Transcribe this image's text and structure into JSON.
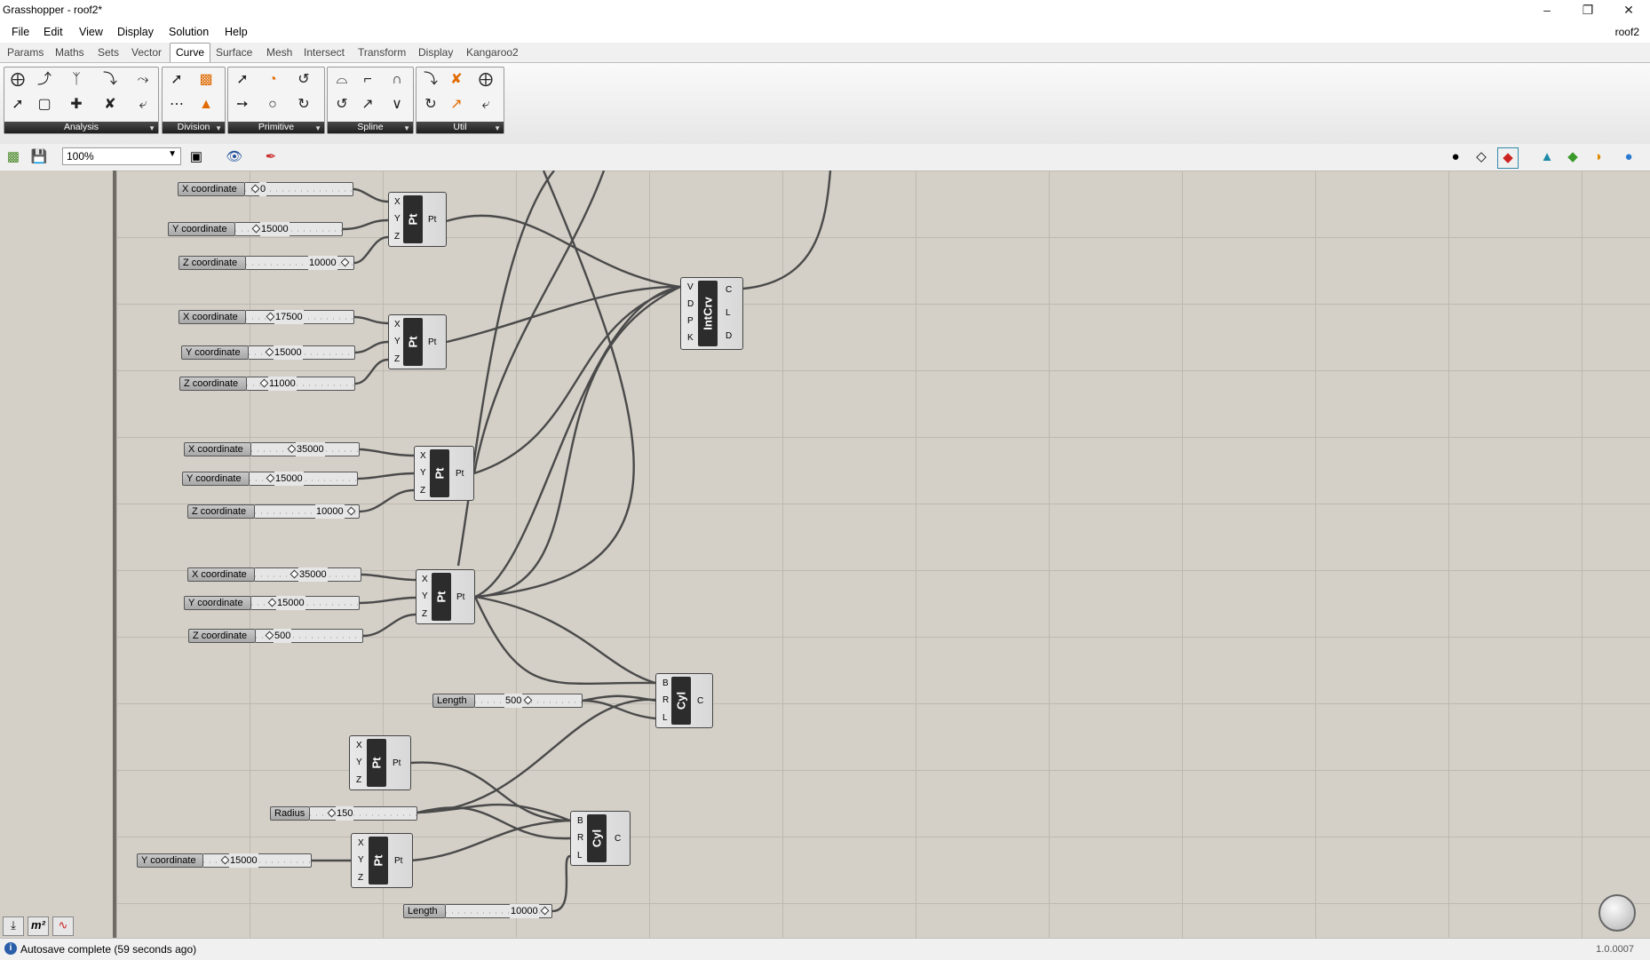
{
  "window": {
    "title": "Grasshopper - roof2*",
    "doc_name": "roof2"
  },
  "menu": [
    "File",
    "Edit",
    "View",
    "Display",
    "Solution",
    "Help"
  ],
  "tabs": [
    "Params",
    "Maths",
    "Sets",
    "Vector",
    "Curve",
    "Surface",
    "Mesh",
    "Intersect",
    "Transform",
    "Display",
    "Kangaroo2"
  ],
  "active_tab": "Curve",
  "ribbon_groups": [
    "Analysis",
    "Division",
    "Primitive",
    "Spline",
    "Util"
  ],
  "zoom": "100%",
  "sliders": [
    {
      "label": "X coordinate",
      "value": "0"
    },
    {
      "label": "Y coordinate",
      "value": "15000"
    },
    {
      "label": "Z coordinate",
      "value": "10000"
    },
    {
      "label": "X coordinate",
      "value": "17500"
    },
    {
      "label": "Y coordinate",
      "value": "15000"
    },
    {
      "label": "Z coordinate",
      "value": "11000"
    },
    {
      "label": "X coordinate",
      "value": "35000"
    },
    {
      "label": "Y coordinate",
      "value": "15000"
    },
    {
      "label": "Z coordinate",
      "value": "10000"
    },
    {
      "label": "X coordinate",
      "value": "35000"
    },
    {
      "label": "Y coordinate",
      "value": "15000"
    },
    {
      "label": "Z coordinate",
      "value": "500"
    },
    {
      "label": "Length",
      "value": "500"
    },
    {
      "label": "Radius",
      "value": "150"
    },
    {
      "label": "Y coordinate",
      "value": "15000"
    },
    {
      "label": "Length",
      "value": "10000"
    }
  ],
  "components": [
    {
      "name": "Pt",
      "inputs": [
        "X",
        "Y",
        "Z"
      ],
      "outputs": [
        "Pt"
      ]
    },
    {
      "name": "Pt",
      "inputs": [
        "X",
        "Y",
        "Z"
      ],
      "outputs": [
        "Pt"
      ]
    },
    {
      "name": "Pt",
      "inputs": [
        "X",
        "Y",
        "Z"
      ],
      "outputs": [
        "Pt"
      ]
    },
    {
      "name": "Pt",
      "inputs": [
        "X",
        "Y",
        "Z"
      ],
      "outputs": [
        "Pt"
      ]
    },
    {
      "name": "IntCrv",
      "inputs": [
        "V",
        "D",
        "P",
        "K"
      ],
      "outputs": [
        "C",
        "L",
        "D"
      ]
    },
    {
      "name": "Cyl",
      "inputs": [
        "B",
        "R",
        "L"
      ],
      "outputs": [
        "C"
      ]
    },
    {
      "name": "Pt",
      "inputs": [
        "X",
        "Y",
        "Z"
      ],
      "outputs": [
        "Pt"
      ]
    },
    {
      "name": "Pt",
      "inputs": [
        "X",
        "Y",
        "Z"
      ],
      "outputs": [
        "Pt"
      ]
    },
    {
      "name": "Cyl",
      "inputs": [
        "B",
        "R",
        "L"
      ],
      "outputs": [
        "C"
      ]
    }
  ],
  "status": {
    "message": "Autosave complete (59 seconds ago)",
    "version": "1.0.0007"
  },
  "colors": {
    "canvas": "#d4d0c8",
    "grid": "#bdb9b1",
    "wire": "#4a4a4a",
    "component_core": "#2c2c2c"
  }
}
